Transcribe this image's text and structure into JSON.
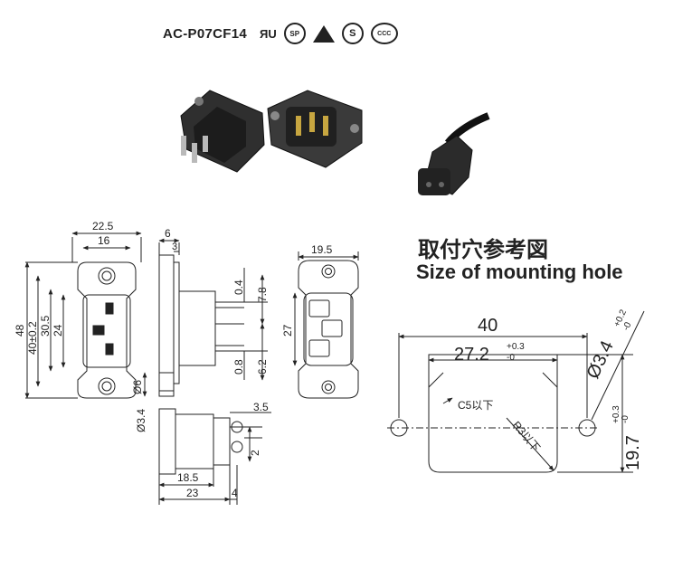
{
  "header": {
    "model": "AC-P07CF14",
    "marks": [
      {
        "icon": "ur-mark-icon",
        "label": "ЯU"
      },
      {
        "icon": "csa-mark-icon",
        "label": "SP"
      },
      {
        "icon": "vde-mark-icon",
        "label": ""
      },
      {
        "icon": "s-mark-icon",
        "label": "S"
      },
      {
        "icon": "ccc-mark-icon",
        "label": "CCC"
      }
    ]
  },
  "mounting": {
    "title_cn": "取付穴参考図",
    "title_en": "Size of mounting hole",
    "dims": {
      "width": "40",
      "inner_width": "27.2",
      "inner_width_tol_up": "+0.3",
      "inner_width_tol_down": "-0",
      "hole_dia": "Ø3.4",
      "hole_tol_up": "+0.2",
      "hole_tol_down": "-0",
      "height": "19.7",
      "height_tol_up": "+0.3",
      "height_tol_down": "-0",
      "chamfer": "C5以下",
      "radius": "R3以下"
    }
  },
  "front_view": {
    "dims": {
      "outer_width": "22.5",
      "inner_width": "16",
      "height": "48",
      "hole_pitch": "40±0.2",
      "body_height": "30.5",
      "cavity_height": "24"
    }
  },
  "side_view": {
    "dims": {
      "flange": "6",
      "flange_thk": "3",
      "pin_gap": "0.4",
      "pin_len": "7.8",
      "pin_thk": "0.8",
      "pin_width": "6.2",
      "hole": "Ø6"
    }
  },
  "bottom_view": {
    "dims": {
      "hole": "Ø3.4",
      "terminal": "3.5",
      "terminal_h": "2",
      "body_len": "18.5",
      "total_len": "23",
      "flange_len": "4"
    }
  },
  "inlet_view": {
    "dims": {
      "width": "19.5",
      "height": "27"
    }
  }
}
